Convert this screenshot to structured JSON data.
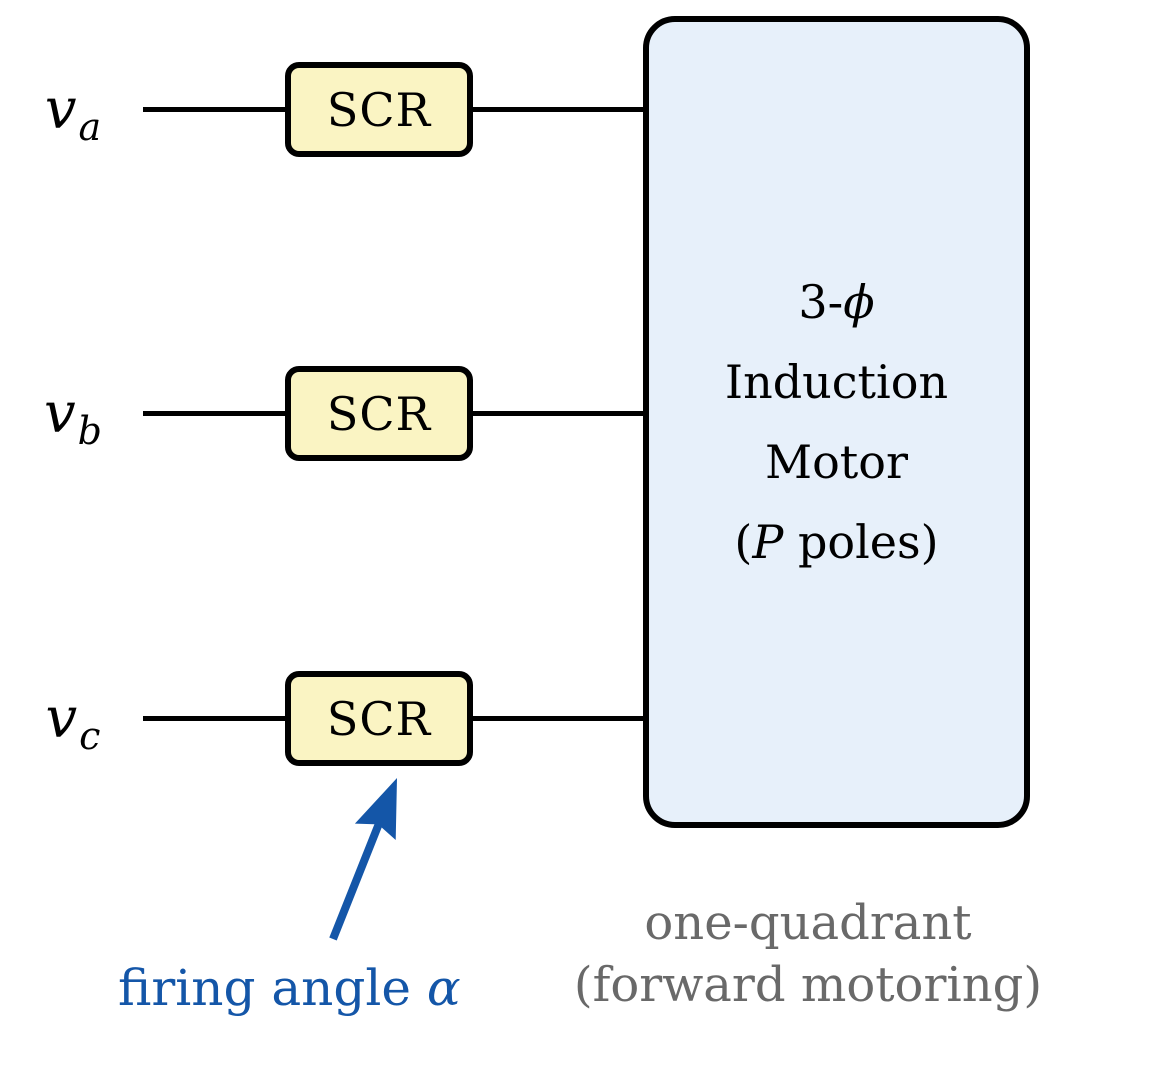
{
  "diagram": {
    "phases": [
      {
        "base": "v",
        "sub": "a",
        "scr": "SCR"
      },
      {
        "base": "v",
        "sub": "b",
        "scr": "SCR"
      },
      {
        "base": "v",
        "sub": "c",
        "scr": "SCR"
      }
    ],
    "motor": {
      "line1_prefix": "3-",
      "line1_phi": "ϕ",
      "line2": "Induction",
      "line3": "Motor",
      "poles_open": "(",
      "poles_var": "P",
      "poles_rest": " poles)"
    },
    "firing": {
      "text": "firing angle ",
      "symbol": "α"
    },
    "caption": {
      "line1": "one-quadrant",
      "line2": "(forward motoring)"
    },
    "colors": {
      "scr_fill": "#FAF4C3",
      "motor_fill": "#E7F0FA",
      "outline": "#000000",
      "accent_blue": "#1456A8",
      "caption_gray": "#696969",
      "background": "#FFFFFF"
    }
  }
}
